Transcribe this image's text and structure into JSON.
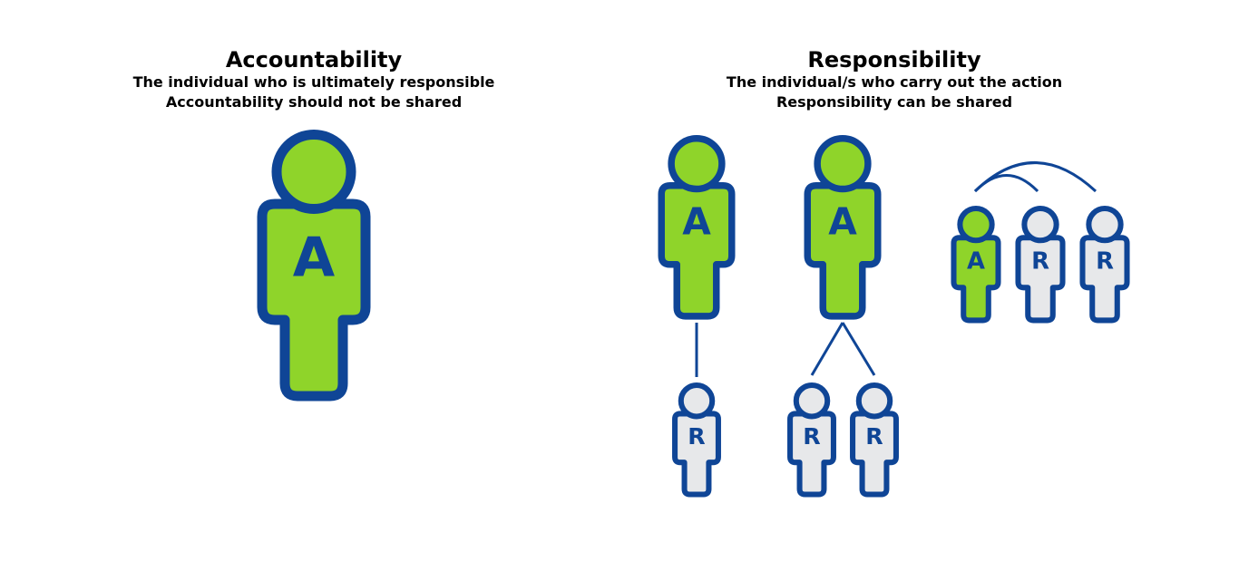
{
  "accountability": {
    "title": "Accountability",
    "line1": "The individual who is ultimately responsible",
    "line2": "Accountability should not be shared"
  },
  "responsibility": {
    "title": "Responsibility",
    "line1": "The individual/s who carry out the action",
    "line2": "Responsibility can be shared"
  },
  "labels": {
    "accountable": "A",
    "responsible": "R"
  },
  "colors": {
    "outline": "#0f4596",
    "accountable_fill": "#8fd42a",
    "responsible_fill": "#e7e8ea",
    "letter": "#0f4596",
    "connector": "#0f4596"
  }
}
